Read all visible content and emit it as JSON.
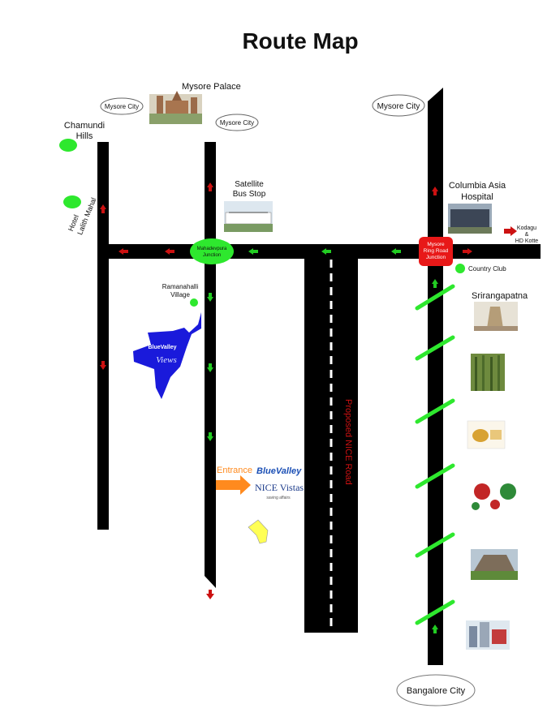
{
  "title": "Route Map",
  "labels": {
    "mysore_city_top_left": "Mysore City",
    "mysore_palace": "Mysore Palace",
    "mysore_city_mid": "Mysore City",
    "mysore_city_right": "Mysore City",
    "chamundi_hills_1": "Chamundi",
    "chamundi_hills_2": "Hills",
    "hotel_lalith_1": "Hotel",
    "hotel_lalith_2": "Lalith Mahal",
    "satellite_bus_1": "Satellite",
    "satellite_bus_2": "Bus Stop",
    "columbia_1": "Columbia Asia",
    "columbia_2": "Hospital",
    "kodagu_1": "Kodagu",
    "kodagu_2": "&",
    "kodagu_3": "HD Kotte",
    "mahadevpura_1": "Mahadevpura",
    "mahadevpura_2": "Junction",
    "ring_road_1": "Mysore",
    "ring_road_2": "Ring Road",
    "ring_road_3": "Junction",
    "country_club": "Country Club",
    "ramanahalli_1": "Ramanahalli",
    "ramanahalli_2": "Village",
    "srirangapatna": "Srirangapatna",
    "nice_road": "Proposed NICE Road",
    "entrance": "Entrance",
    "blue_valley": "BlueValley",
    "nice_vistas": "NICE Vistas",
    "nice_vistas_tag": "saving affairs",
    "bangalore_city": "Bangalore City",
    "plot_brand_1": "BlueValley",
    "plot_brand_2": "Views"
  },
  "colors": {
    "road": "#000000",
    "junction_green": "#2ee82e",
    "junction_red": "#e81818",
    "arrow_red": "#cc1111",
    "arrow_green": "#22cc22",
    "plot_blue": "#1a1adb",
    "entrance_orange": "#ff8a1e",
    "brand_blue": "#1b4fb5",
    "nice_road_text": "#cc1111",
    "pointer_yellow": "#ffff55"
  }
}
